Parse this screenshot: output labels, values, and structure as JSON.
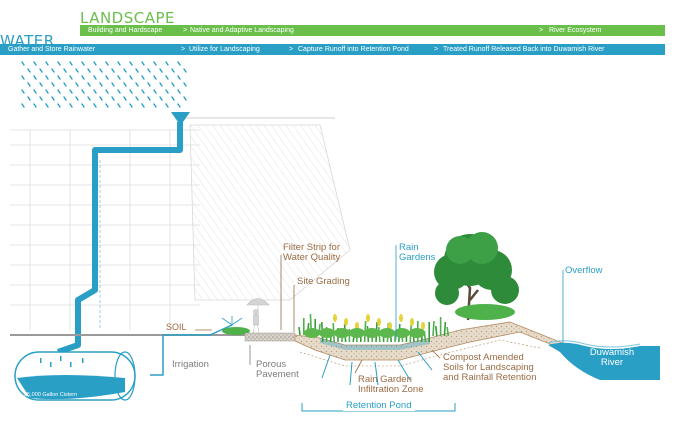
{
  "header": {
    "landscape_title": "LANDSCAPE",
    "water_title": "WATER",
    "landscape_steps": [
      "Building and Hardscape",
      "Native and Adaptive Landscaping",
      "River Ecosystem"
    ],
    "water_steps": [
      "Gather and Store Rainwater",
      "Utilize for Landscaping",
      "Capture Runoff into Retention Pond",
      "Treated Runoff Released Back into Duwamish River"
    ]
  },
  "labels": {
    "soil": "SOIL",
    "irrigation": "Irrigation",
    "porous_pavement": "Porous\nPavement",
    "filter_strip": "Filter Strip for\nWater Quality",
    "site_grading": "Site Grading",
    "rain_gardens": "Rain\nGardens",
    "overflow": "Overflow",
    "duwamish_river": "Duwamish\nRiver",
    "compost": "Compost Amended\nSoils for Landscaping\nand Rainfall Retention",
    "rain_garden_infiltration": "Rain Garden\nInfiltration Zone",
    "retention_pond": "Retention Pond",
    "cistern": "25,000 Gallon Cistern"
  },
  "colors": {
    "landscape_green": "#6abf4b",
    "water_blue": "#2a9fc6",
    "brown_label": "#9a6b43",
    "gray_label": "#7d7d7d",
    "soil_line": "#8a8a8a"
  },
  "icons": [
    "rain-drops-icon",
    "funnel-icon",
    "tree-icon",
    "person-umbrella-icon",
    "cistern-icon"
  ]
}
